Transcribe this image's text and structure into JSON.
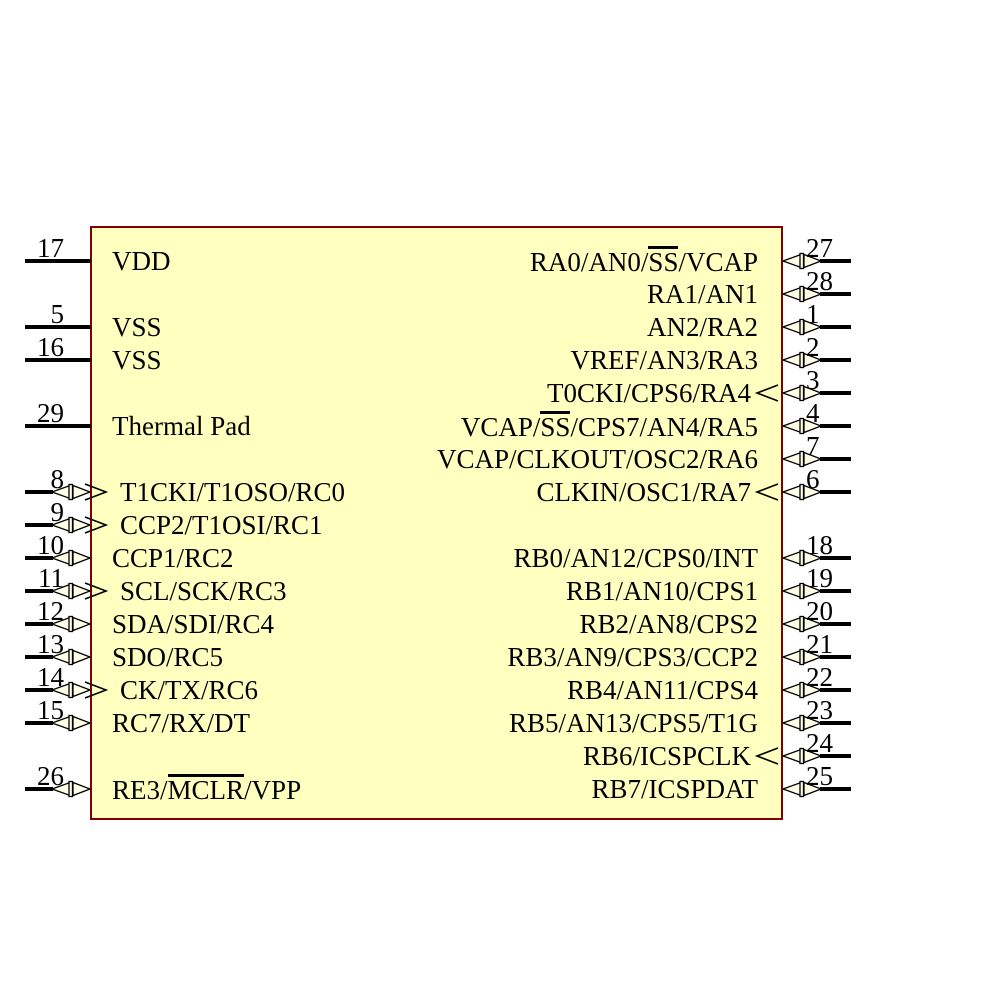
{
  "diagram": {
    "type": "schematic-component-symbol",
    "background": "#FFFFFF",
    "body": {
      "fill": "#FFFFC0",
      "border_color": "#7F0000"
    },
    "wire_color": "#000000",
    "arrow_fill": "#FFFFE8",
    "left_pins": [
      {
        "number": "17",
        "label": "VDD",
        "row": 0,
        "arrow": "none"
      },
      {
        "number": "5",
        "label": "VSS",
        "row": 2,
        "arrow": "none"
      },
      {
        "number": "16",
        "label": "VSS",
        "row": 3,
        "arrow": "none"
      },
      {
        "number": "29",
        "label": "Thermal Pad",
        "row": 5,
        "arrow": "none"
      },
      {
        "number": "8",
        "label": "T1CKI/T1OSO/RC0",
        "row": 7,
        "arrow": "bidir-clock"
      },
      {
        "number": "9",
        "label": "CCP2/T1OSI/RC1",
        "row": 8,
        "arrow": "bidir-clock"
      },
      {
        "number": "10",
        "label": "CCP1/RC2",
        "row": 9,
        "arrow": "bidir"
      },
      {
        "number": "11",
        "label": "SCL/SCK/RC3",
        "row": 10,
        "arrow": "bidir-clock"
      },
      {
        "number": "12",
        "label": "SDA/SDI/RC4",
        "row": 11,
        "arrow": "bidir"
      },
      {
        "number": "13",
        "label": "SDO/RC5",
        "row": 12,
        "arrow": "bidir"
      },
      {
        "number": "14",
        "label": "CK/TX/RC6",
        "row": 13,
        "arrow": "bidir-clock"
      },
      {
        "number": "15",
        "label": "RC7/RX/DT",
        "row": 14,
        "arrow": "bidir"
      },
      {
        "number": "26",
        "label": "RE3/MCLR/VPP",
        "row": 16,
        "arrow": "bidir",
        "parts": [
          {
            "t": "RE3/"
          },
          {
            "t": "MCLR",
            "ol": true
          },
          {
            "t": "/VPP"
          }
        ]
      }
    ],
    "right_pins": [
      {
        "number": "27",
        "label": "RA0/AN0/SS/VCAP",
        "row": 0,
        "arrow": "bidir",
        "parts": [
          {
            "t": "RA0/AN0/"
          },
          {
            "t": "SS",
            "ol": true
          },
          {
            "t": "/VCAP"
          }
        ]
      },
      {
        "number": "28",
        "label": "RA1/AN1",
        "row": 1,
        "arrow": "bidir"
      },
      {
        "number": "1",
        "label": "AN2/RA2",
        "row": 2,
        "arrow": "bidir"
      },
      {
        "number": "2",
        "label": "VREF/AN3/RA3",
        "row": 3,
        "arrow": "bidir"
      },
      {
        "number": "3",
        "label": "T0CKI/CPS6/RA4",
        "row": 4,
        "arrow": "bidir-clock"
      },
      {
        "number": "4",
        "label": "VCAP/SS/CPS7/AN4/RA5",
        "row": 5,
        "arrow": "bidir",
        "parts": [
          {
            "t": "VCAP/"
          },
          {
            "t": "SS",
            "ol": true
          },
          {
            "t": "/CPS7/AN4/RA5"
          }
        ]
      },
      {
        "number": "7",
        "label": "VCAP/CLKOUT/OSC2/RA6",
        "row": 6,
        "arrow": "bidir"
      },
      {
        "number": "6",
        "label": "CLKIN/OSC1/RA7",
        "row": 7,
        "arrow": "bidir-clock"
      },
      {
        "number": "18",
        "label": "RB0/AN12/CPS0/INT",
        "row": 9,
        "arrow": "bidir"
      },
      {
        "number": "19",
        "label": "RB1/AN10/CPS1",
        "row": 10,
        "arrow": "bidir"
      },
      {
        "number": "20",
        "label": "RB2/AN8/CPS2",
        "row": 11,
        "arrow": "bidir"
      },
      {
        "number": "21",
        "label": "RB3/AN9/CPS3/CCP2",
        "row": 12,
        "arrow": "bidir"
      },
      {
        "number": "22",
        "label": "RB4/AN11/CPS4",
        "row": 13,
        "arrow": "bidir"
      },
      {
        "number": "23",
        "label": "RB5/AN13/CPS5/T1G",
        "row": 14,
        "arrow": "bidir"
      },
      {
        "number": "24",
        "label": "RB6/ICSPCLK",
        "row": 15,
        "arrow": "bidir-clock"
      },
      {
        "number": "25",
        "label": "RB7/ICSPDAT",
        "row": 16,
        "arrow": "bidir"
      }
    ]
  }
}
